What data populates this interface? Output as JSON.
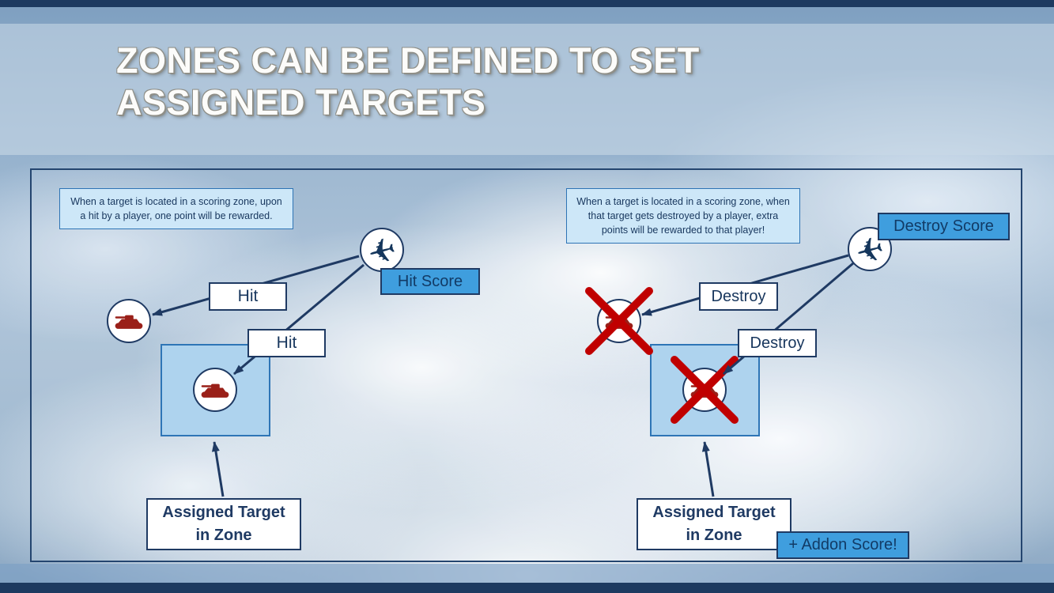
{
  "slide": {
    "title_line1": "ZONES CAN BE DEFINED TO SET",
    "title_line2": "ASSIGNED TARGETS"
  },
  "icons": {
    "jet_glyph": "✈",
    "tank_icon": "tank-silhouette",
    "destroyed_mark": "red-x"
  },
  "left_diagram": {
    "info": "When a target is located in a scoring zone, upon a hit by a player, one point will be rewarded.",
    "score_label": "Hit Score",
    "action_label_1": "Hit",
    "action_label_2": "Hit",
    "assigned_label": "Assigned Target in Zone"
  },
  "right_diagram": {
    "info": "When a target is located in a scoring zone, when that target gets destroyed by a player, extra points will be rewarded to that player!",
    "score_label": "Destroy Score",
    "action_label_1": "Destroy",
    "action_label_2": "Destroy",
    "assigned_label": "Assigned Target in Zone",
    "addon_label": "+ Addon Score!"
  },
  "colors": {
    "navy": "#1f3a63",
    "accent_blue": "#3f9ede",
    "zone_fill": "#aed3ee",
    "info_fill": "#cde7f8",
    "x_red": "#c00000",
    "tank_red": "#9a2019",
    "title_band": "#c9d9e7"
  }
}
